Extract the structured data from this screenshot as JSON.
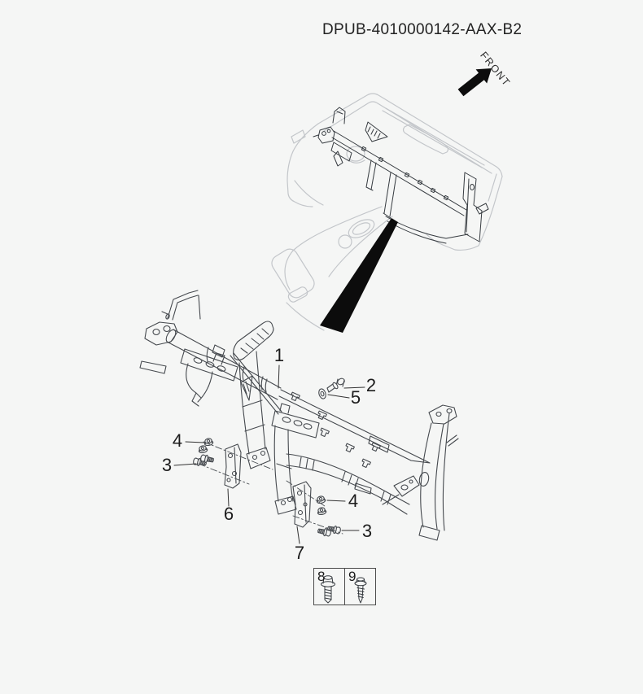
{
  "page": {
    "title": "DPUB-4010000142-AAX-B2"
  },
  "orientation": {
    "front_label": "FRONT"
  },
  "callouts": [
    {
      "label": "1"
    },
    {
      "label": "2"
    },
    {
      "label": "5"
    },
    {
      "label": "4"
    },
    {
      "label": "3"
    },
    {
      "label": "6"
    },
    {
      "label": "4"
    },
    {
      "label": "3"
    },
    {
      "label": "7"
    }
  ],
  "legend": {
    "cells": [
      {
        "label": "8",
        "icon": "flange-bolt-icon"
      },
      {
        "label": "9",
        "icon": "tapping-screw-icon"
      }
    ]
  },
  "colors": {
    "background": "#f5f6f5",
    "artwork_line": "#45494e",
    "dashboard_line": "#c3c6ca",
    "pointer_black": "#0c0c0c"
  }
}
